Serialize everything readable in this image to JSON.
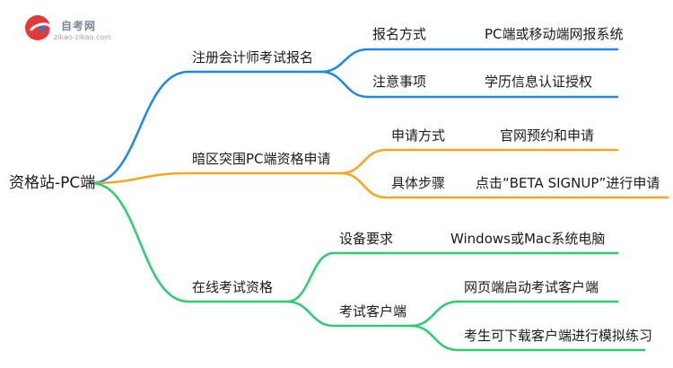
{
  "brand": {
    "name": "自考网",
    "url": "zikao-zikao.com",
    "logo_icon": "circle-swoosh-logo-icon",
    "logo_color": "#e23a3a"
  },
  "colors": {
    "blue": "#1e88e5",
    "orange": "#f5a623",
    "green": "#2ecc71"
  },
  "mindmap": {
    "root": "资格站-PC端",
    "branches": [
      {
        "label": "注册会计师考试报名",
        "color": "#1e88e5",
        "children": [
          {
            "label": "报名方式",
            "detail": "PC端或移动端网报系统"
          },
          {
            "label": "注意事项",
            "detail": "学历信息认证授权"
          }
        ]
      },
      {
        "label": "暗区突围PC端资格申请",
        "color": "#f5a623",
        "children": [
          {
            "label": "申请方式",
            "detail": "官网预约和申请"
          },
          {
            "label": "具体步骤",
            "detail": "点击“BETA SIGNUP”进行申请"
          }
        ]
      },
      {
        "label": "在线考试资格",
        "color": "#2ecc71",
        "children": [
          {
            "label": "设备要求",
            "details": [
              "Windows或Mac系统电脑"
            ]
          },
          {
            "label": "考试客户端",
            "details": [
              "网页端启动考试客户端",
              "考生可下载客户端进行模拟练习"
            ]
          }
        ]
      }
    ]
  }
}
